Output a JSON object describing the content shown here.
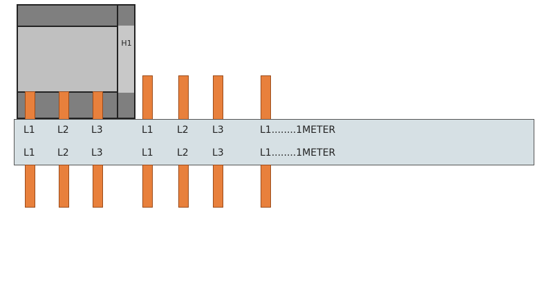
{
  "breaker": {
    "label": "H1"
  },
  "busbar": {
    "rows": [
      [
        "L1",
        "L2",
        "L3",
        "L1",
        "L2",
        "L3",
        "L1........1METER"
      ],
      [
        "L1",
        "L2",
        "L3",
        "L1",
        "L2",
        "L3",
        "L1........1METER"
      ]
    ]
  },
  "colors": {
    "pin": "#e8803c",
    "busbar": "#d6e0e4",
    "breaker_dark": "#7f7f7f",
    "breaker_light": "#c0c0c0"
  }
}
